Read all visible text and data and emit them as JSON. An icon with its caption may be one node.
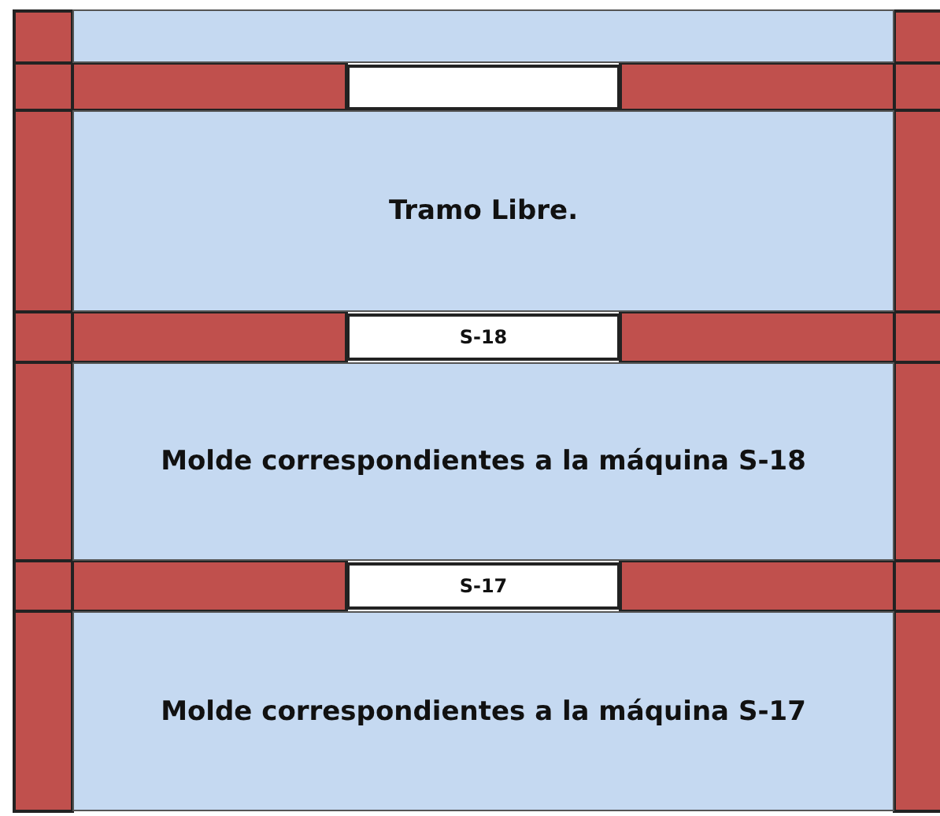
{
  "diagram": {
    "nodes": [
      {
        "text": [],
        "shape": "box"
      },
      {
        "text": [],
        "shape": "box"
      },
      {
        "text": [
          "Tramo Libre."
        ]
      },
      {
        "text": [
          "S-18"
        ]
      },
      {
        "text": [
          "Molde correspondientes a la máquina S-18"
        ]
      },
      {
        "text": [
          "S-17"
        ]
      },
      {
        "text": [
          "Molde correspondientes a la máquina S-17"
        ]
      }
    ]
  }
}
